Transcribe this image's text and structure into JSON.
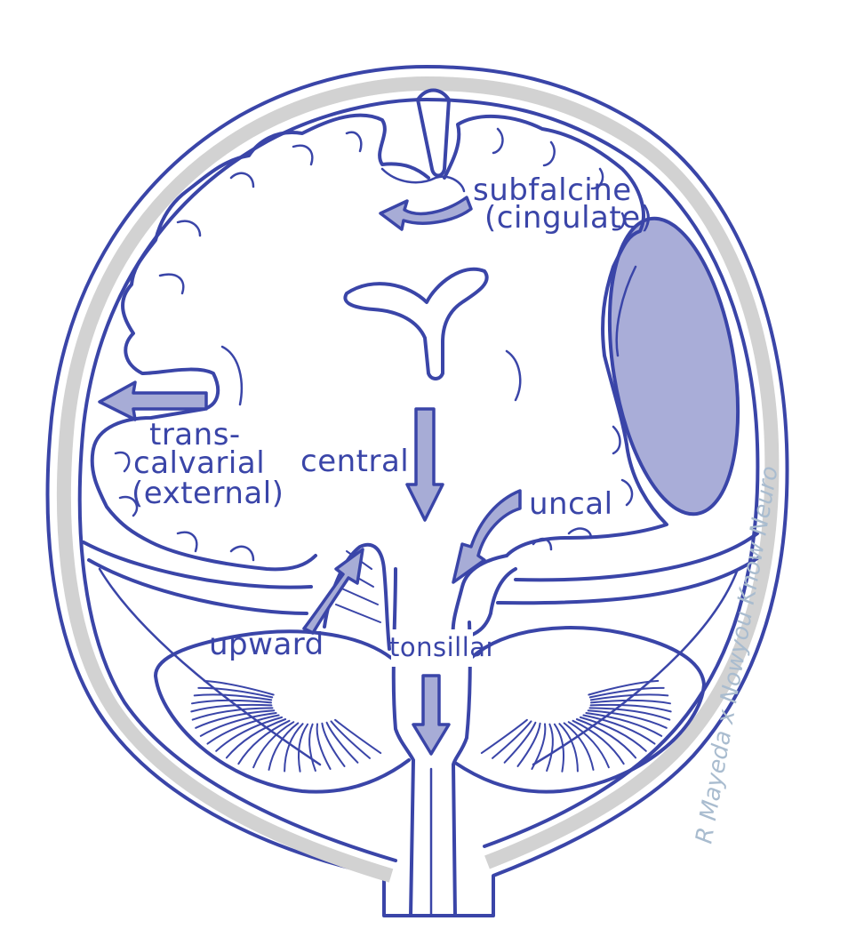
{
  "labels": {
    "subfalcine_line1": "subfalcine",
    "subfalcine_line2": "(cingulate)",
    "transcalvarial_line1": "trans-",
    "transcalvarial_line2": "calvarial",
    "transcalvarial_line3": "(external)",
    "central": "central",
    "uncal": "uncal",
    "upward": "upward",
    "tonsillar": "tonsillar"
  },
  "credit": "R Mayeda x Nowyou Know Neuro",
  "colors": {
    "ink": "#3a45a8",
    "arrow_fill": "#a7acd6",
    "hematoma_fill": "#a9add8",
    "skull_gray": "#d2d2d2",
    "credit": "#a9bccf"
  }
}
